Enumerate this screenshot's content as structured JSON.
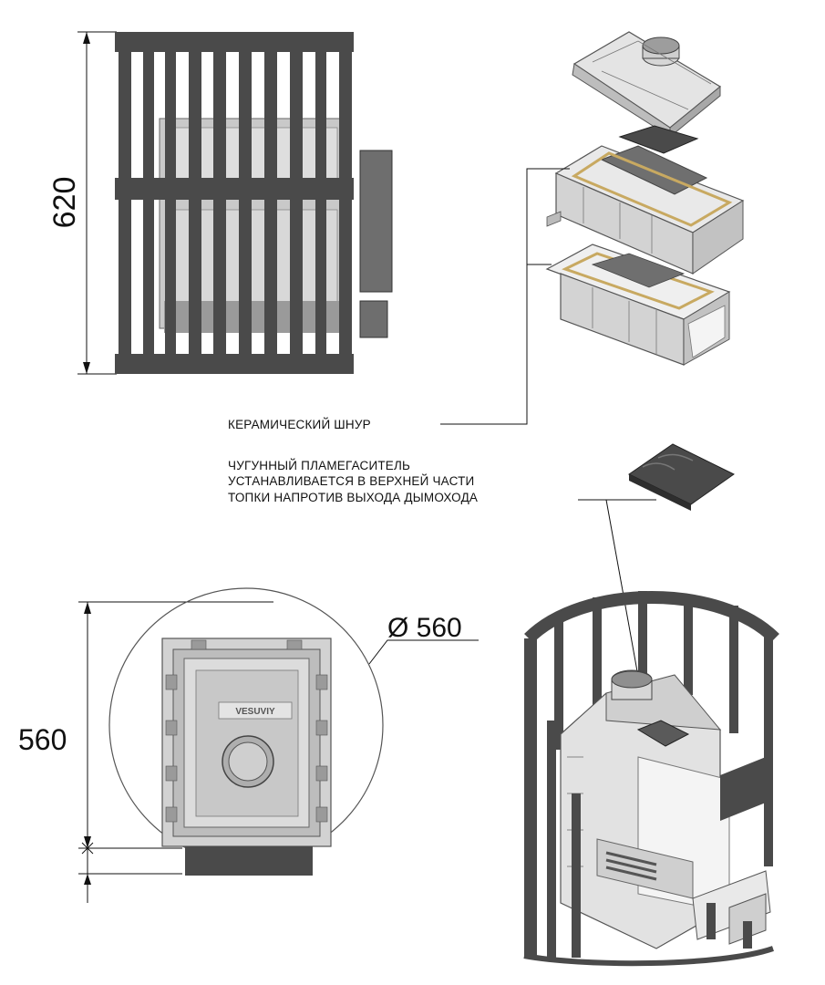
{
  "dimensions": {
    "height_side": "620",
    "height_top": "560",
    "diameter": "Ø 560"
  },
  "callouts": {
    "ceramic_cord": "КЕРАМИЧЕСКИЙ ШНУР",
    "flame_arrester_lines": [
      "ЧУГУННЫЙ ПЛАМЕГАСИТЕЛЬ",
      "УСТАНАВЛИВАЕТСЯ В ВЕРХНЕЙ ЧАСТИ",
      "ТОПКИ НАПРОТИВ ВЫХОДА ДЫМОХОДА"
    ]
  },
  "stove_brand": "VESUVIY",
  "colors": {
    "steel": "#4a4a4a",
    "iron": "#cfcfcf",
    "cord": "#c8a961",
    "line": "#111111"
  }
}
